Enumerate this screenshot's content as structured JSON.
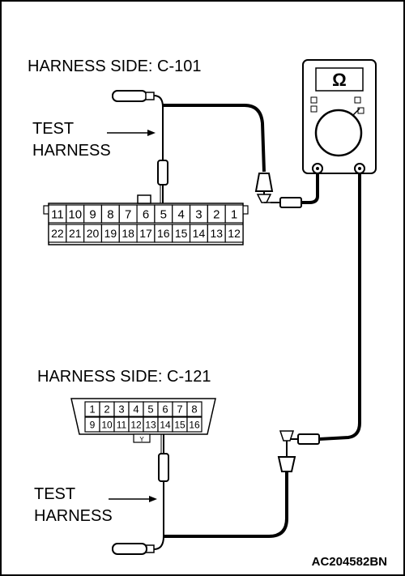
{
  "upper_connector": {
    "title": "HARNESS SIDE: C-101",
    "test_label_line1": "TEST",
    "test_label_line2": "HARNESS",
    "pins_top": [
      "11",
      "10",
      "9",
      "8",
      "7",
      "6",
      "5",
      "4",
      "3",
      "2",
      "1"
    ],
    "pins_bottom": [
      "22",
      "21",
      "20",
      "19",
      "18",
      "17",
      "16",
      "15",
      "14",
      "13",
      "12"
    ]
  },
  "lower_connector": {
    "title": "HARNESS SIDE: C-121",
    "test_label_line1": "TEST",
    "test_label_line2": "HARNESS",
    "pins_top": [
      "1",
      "2",
      "3",
      "4",
      "5",
      "6",
      "7",
      "8"
    ],
    "pins_bottom": [
      "9",
      "10",
      "11",
      "12",
      "13",
      "14",
      "15",
      "16"
    ],
    "key_label": "Y"
  },
  "meter": {
    "symbol": "Ω"
  },
  "figure_code": "AC204582BN"
}
